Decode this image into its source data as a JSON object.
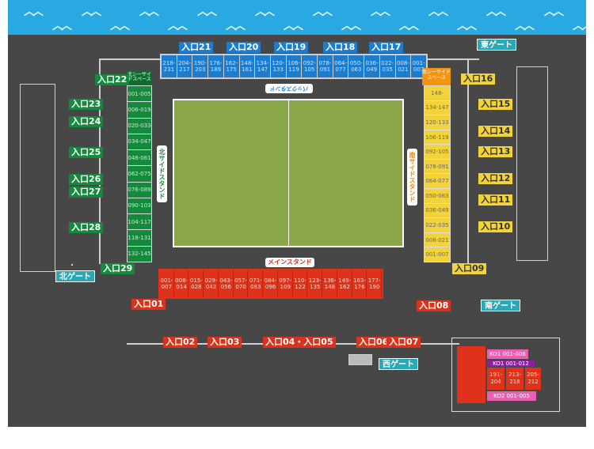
{
  "colors": {
    "banner": "#29a9e1",
    "map_bg": "#474747",
    "pitch": "#8aa84a",
    "north": "#1e7ccc",
    "west": "#138a3c",
    "east": "#f3d33b",
    "south": "#e0311a",
    "gate": "#2aa8b5"
  },
  "gates": {
    "east": "東ゲート",
    "north": "北ゲート",
    "south": "南ゲート",
    "west": "西ゲート"
  },
  "stand_labels": {
    "back": "バックスタンド",
    "main": "メインスタンド",
    "north_side": "北サイドスタンド",
    "south_side": "南サイドスタンド",
    "north_seaside": "北シーサイドスペース",
    "south_seaside": "南シーサイドスペース"
  },
  "entrances": {
    "e01": "入口01",
    "e02": "入口02",
    "e03": "入口03",
    "e04_05": "入口04・入口05",
    "e06": "入口06",
    "e07": "入口07",
    "e08": "入口08",
    "e09": "入口09",
    "e10": "入口10",
    "e11": "入口11",
    "e12": "入口12",
    "e13": "入口13",
    "e14": "入口14",
    "e15": "入口15",
    "e16": "入口16",
    "e17": "入口17",
    "e18": "入口18",
    "e19": "入口19",
    "e20": "入口20",
    "e21": "入口21",
    "e22": "入口22",
    "e23": "入口23",
    "e24": "入口24",
    "e25": "入口25",
    "e26": "入口26",
    "e27": "入口27",
    "e28": "入口28",
    "e29": "入口29"
  },
  "blocks": {
    "north": [
      "218-231",
      "204-217",
      "190-203",
      "176-189",
      "162-175",
      "148-161",
      "134-147",
      "120-133",
      "106-119",
      "092-105",
      "078-091",
      "064-077",
      "050-063",
      "036-049",
      "022-035",
      "008-021",
      "001-007"
    ],
    "west": [
      "001-005",
      "006-019",
      "020-033",
      "034-047",
      "048-061",
      "062-075",
      "076-089",
      "090-103",
      "104-117",
      "118-131",
      "132-145"
    ],
    "east": [
      "148-",
      "134-147",
      "120-133",
      "106-119",
      "092-105",
      "078-091",
      "064-077",
      "050-063",
      "036-049",
      "022-035",
      "008-021",
      "001-007"
    ],
    "south": [
      "001-007",
      "008-014",
      "015-028",
      "029-042",
      "043-056",
      "057-070",
      "071-083",
      "084-096",
      "097-109",
      "110-122",
      "123-135",
      "136-148",
      "149-162",
      "163-176",
      "177-190"
    ]
  },
  "inset": {
    "ko1_a": "KO1 001-006",
    "ko1_b": "KO1 001-012",
    "b1": "191-204",
    "b2": "213-218",
    "b3": "205-212",
    "ko2": "KO2 001-005"
  }
}
